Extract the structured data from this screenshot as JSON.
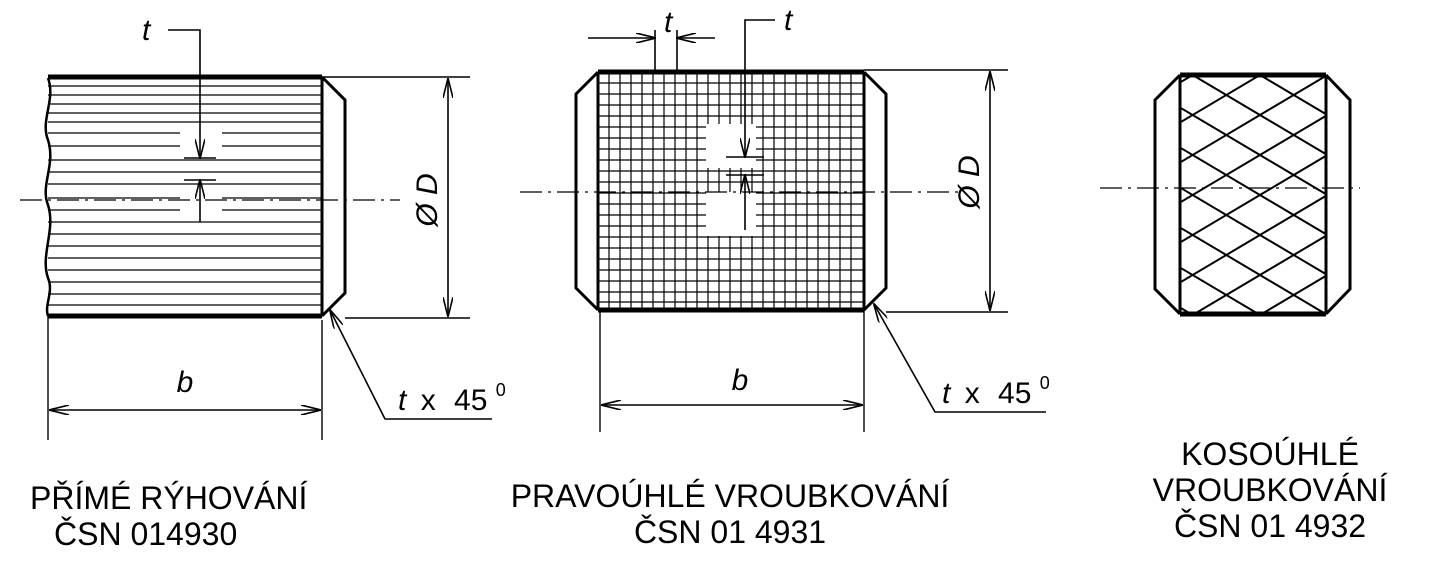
{
  "dim": {
    "t": "t",
    "diameter": "Ø D",
    "b": "b",
    "chamfer_prefix": "t",
    "chamfer_x": "x",
    "chamfer_angle": "45",
    "degree": "0"
  },
  "captions": {
    "straight": [
      "PŘÍMÉ RÝHOVÁNÍ",
      "ČSN 014930"
    ],
    "rectangular": [
      "PRAVOÚHLÉ VROUBKOVÁNÍ",
      "ČSN 01 4931"
    ],
    "diagonal": [
      "KOSOÚHLÉ",
      "VROUBKOVÁNÍ",
      "ČSN 01 4932"
    ]
  }
}
